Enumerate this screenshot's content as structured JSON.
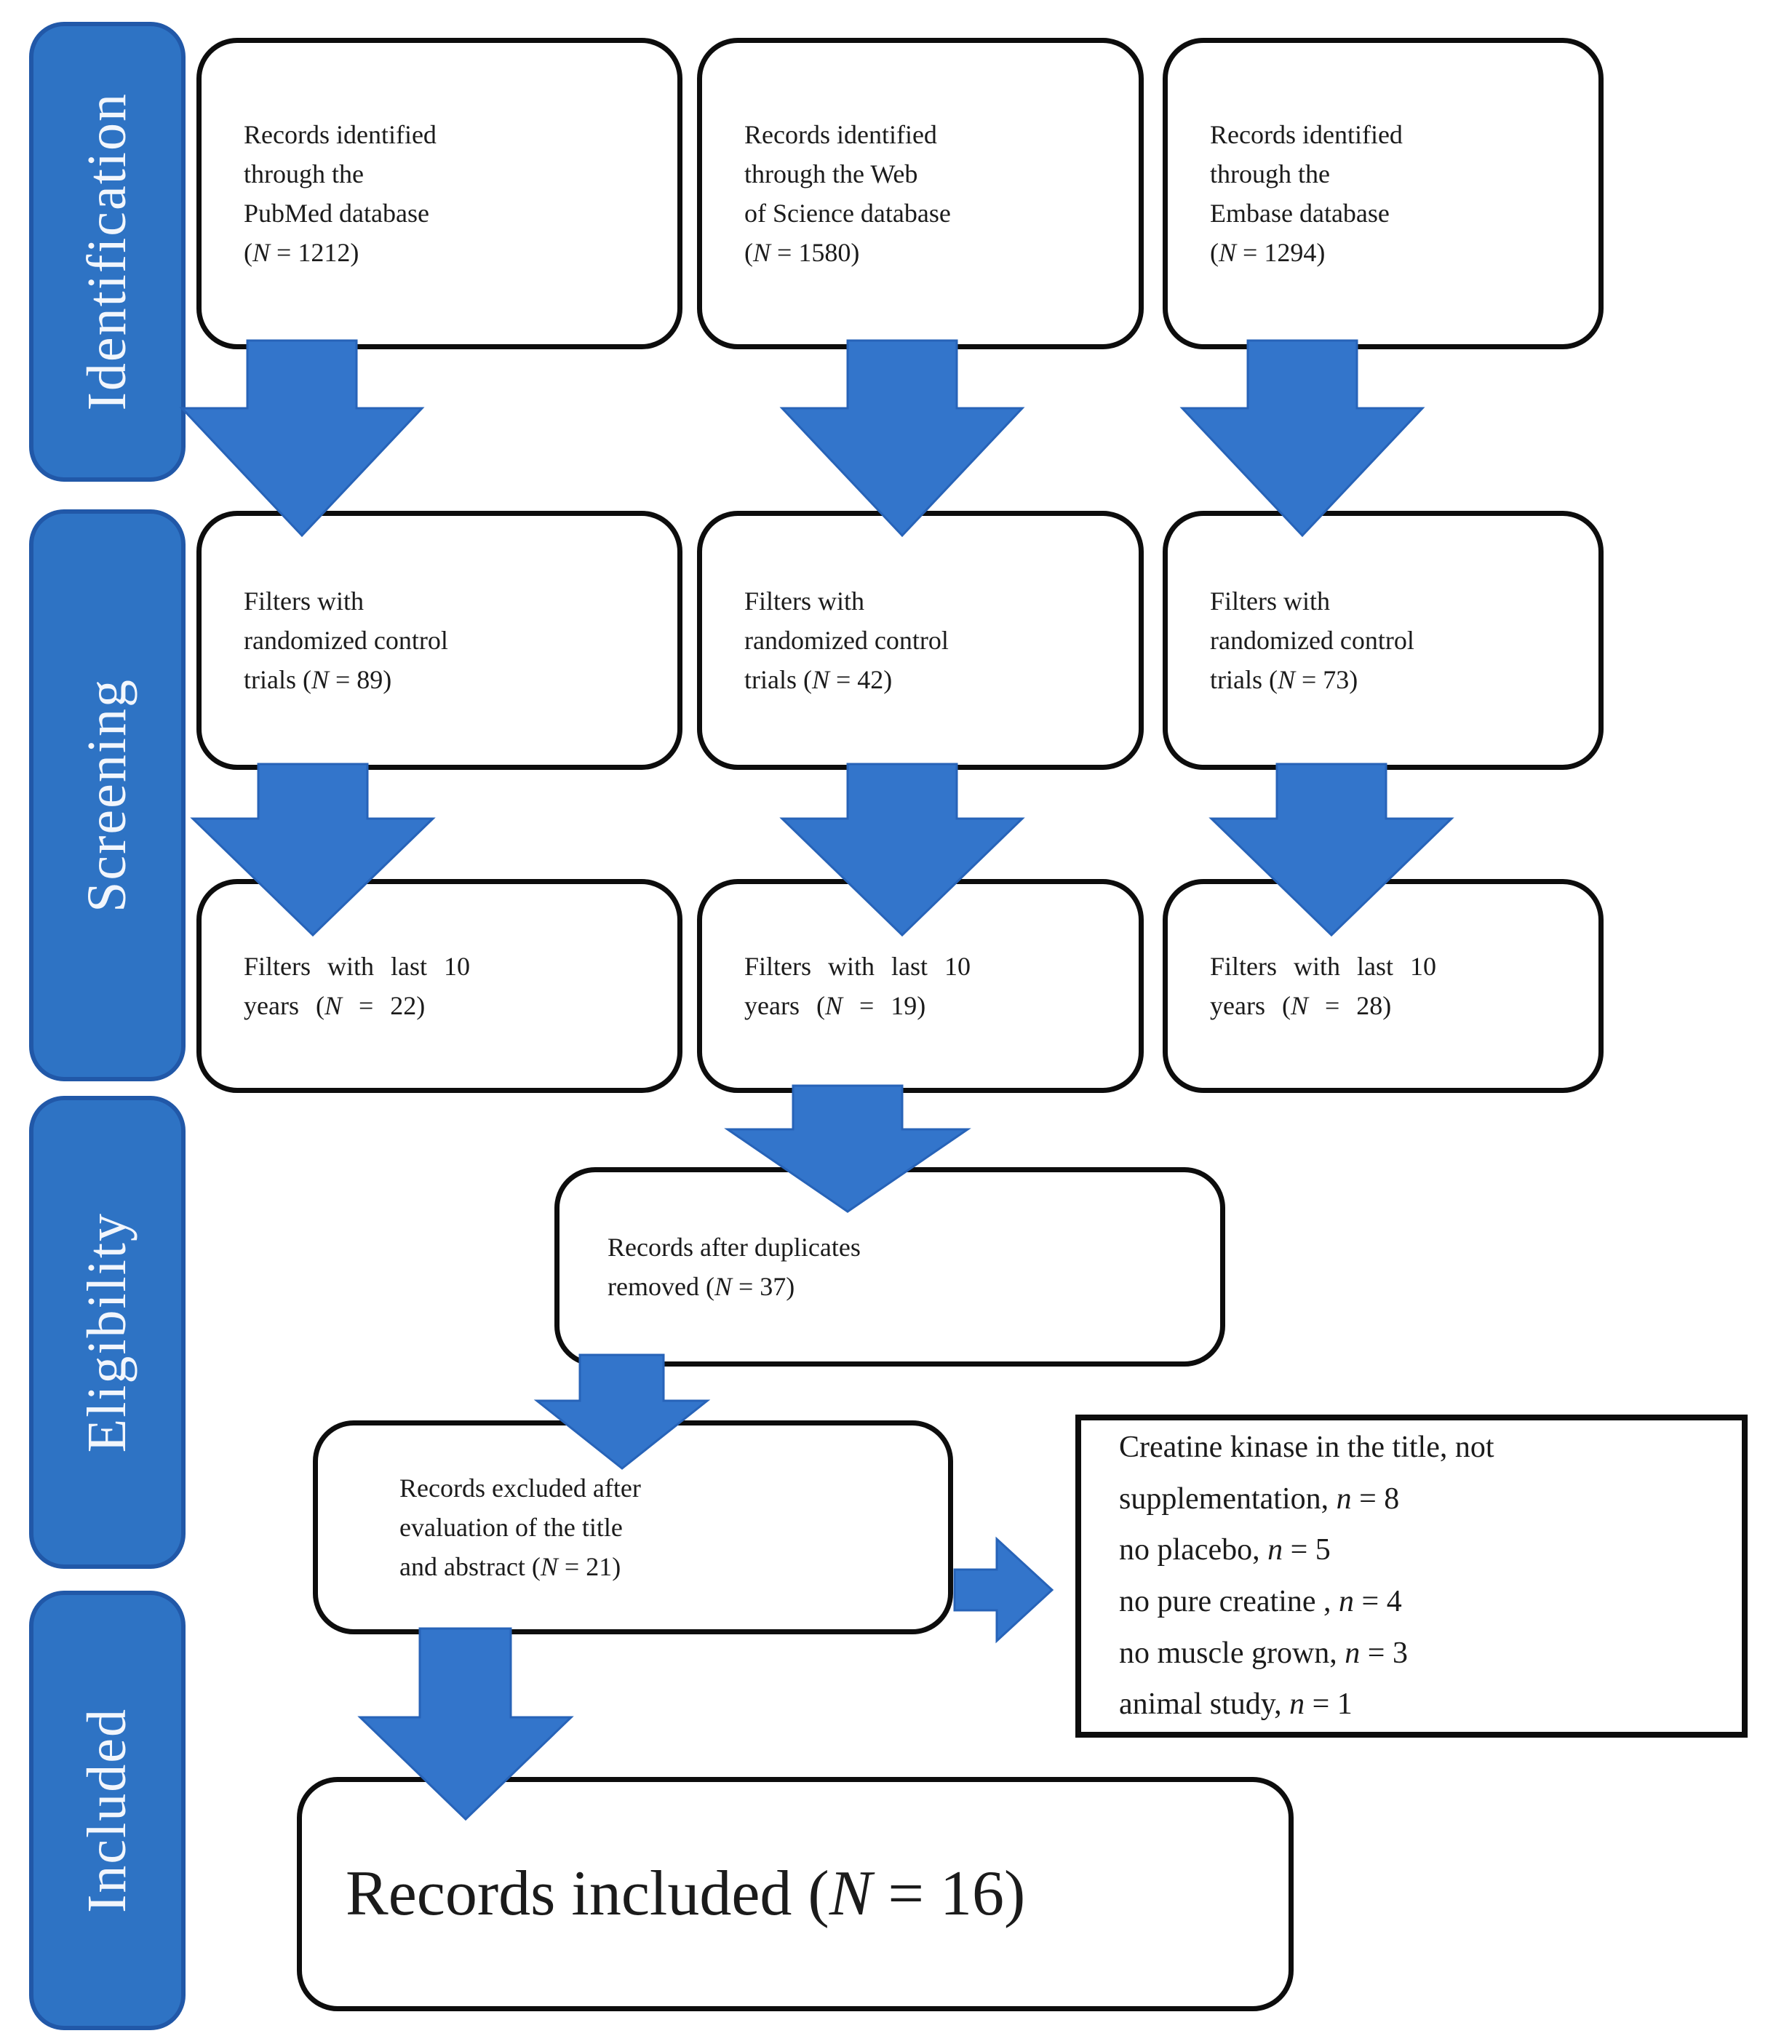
{
  "diagram": {
    "stages": {
      "identification": "Identification",
      "screening": "Screening",
      "eligibility": "Eligibility",
      "included": "Included"
    },
    "row1": {
      "pubmed": "Records identified\nthrough the\nPubMed database\n(N = 1212)",
      "web_of_science": "Records identified\nthrough the Web\nof Science database\n(N = 1580)",
      "embase": "Records identified\nthrough the\nEmbase database\n(N = 1294)"
    },
    "row2": {
      "pubmed": "Filters with\nrandomized control\ntrials (N = 89)",
      "web_of_science": "Filters with\nrandomized control\ntrials (N = 42)",
      "embase": "Filters with\nrandomized control\ntrials (N = 73)"
    },
    "row3": {
      "pubmed": "Filters with last 10\nyears (N = 22)",
      "web_of_science": "Filters with last 10\nyears (N = 19)",
      "embase": "Filters with last 10\nyears (N = 28)"
    },
    "duplicates": "Records after duplicates\nremoved (N = 37)",
    "excluded": "Records excluded after\nevaluation of the title\nand abstract (N = 21)",
    "exclusion_reasons": "Creatine kinase in the title, not\nsupplementation, n = 8\nno placebo, n = 5\nno pure creatine , n = 4\nno muscle grown, n = 3\nanimal study, n = 1",
    "included_box": "Records included (N = 16)"
  },
  "colors": {
    "stage_fill": "#2e73c4",
    "stage_border": "#2158a8",
    "arrow_fill": "#3375cb",
    "arrow_stroke": "#2763b8",
    "box_border": "#0d0d0d",
    "text": "#1b1b1b",
    "stage_text": "#f2f6fc"
  }
}
